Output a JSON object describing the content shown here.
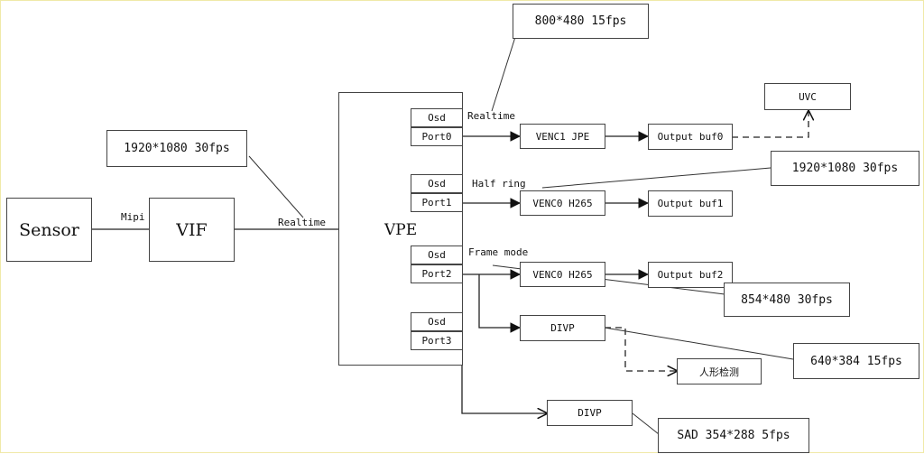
{
  "nodes": {
    "sensor": "Sensor",
    "vif": "VIF",
    "vpe": "VPE",
    "osd0": "Osd",
    "port0": "Port0",
    "osd1": "Osd",
    "port1": "Port1",
    "osd2": "Osd",
    "port2": "Port2",
    "osd3": "Osd",
    "port3": "Port3",
    "venc1_jpe": "VENC1 JPE",
    "venc0_h265_a": "VENC0 H265",
    "venc0_h265_b": "VENC0 H265",
    "output_buf0": "Output buf0",
    "output_buf1": "Output buf1",
    "output_buf2": "Output buf2",
    "uvc": "UVC",
    "divp_a": "DIVP",
    "divp_b": "DIVP",
    "human_detect": "人形检测"
  },
  "callouts": {
    "c_800_480": "800*480 15fps",
    "c_1920_vif": "1920*1080 30fps",
    "c_1920_port1": "1920*1080 30fps",
    "c_854_480": "854*480 30fps",
    "c_640_384": "640*384 15fps",
    "c_sad": "SAD 354*288 5fps"
  },
  "edge_labels": {
    "mipi": "Mipi",
    "realtime_vif": "Realtime",
    "realtime_port0": "Realtime",
    "half_ring": "Half ring",
    "frame_mode": "Frame mode"
  }
}
